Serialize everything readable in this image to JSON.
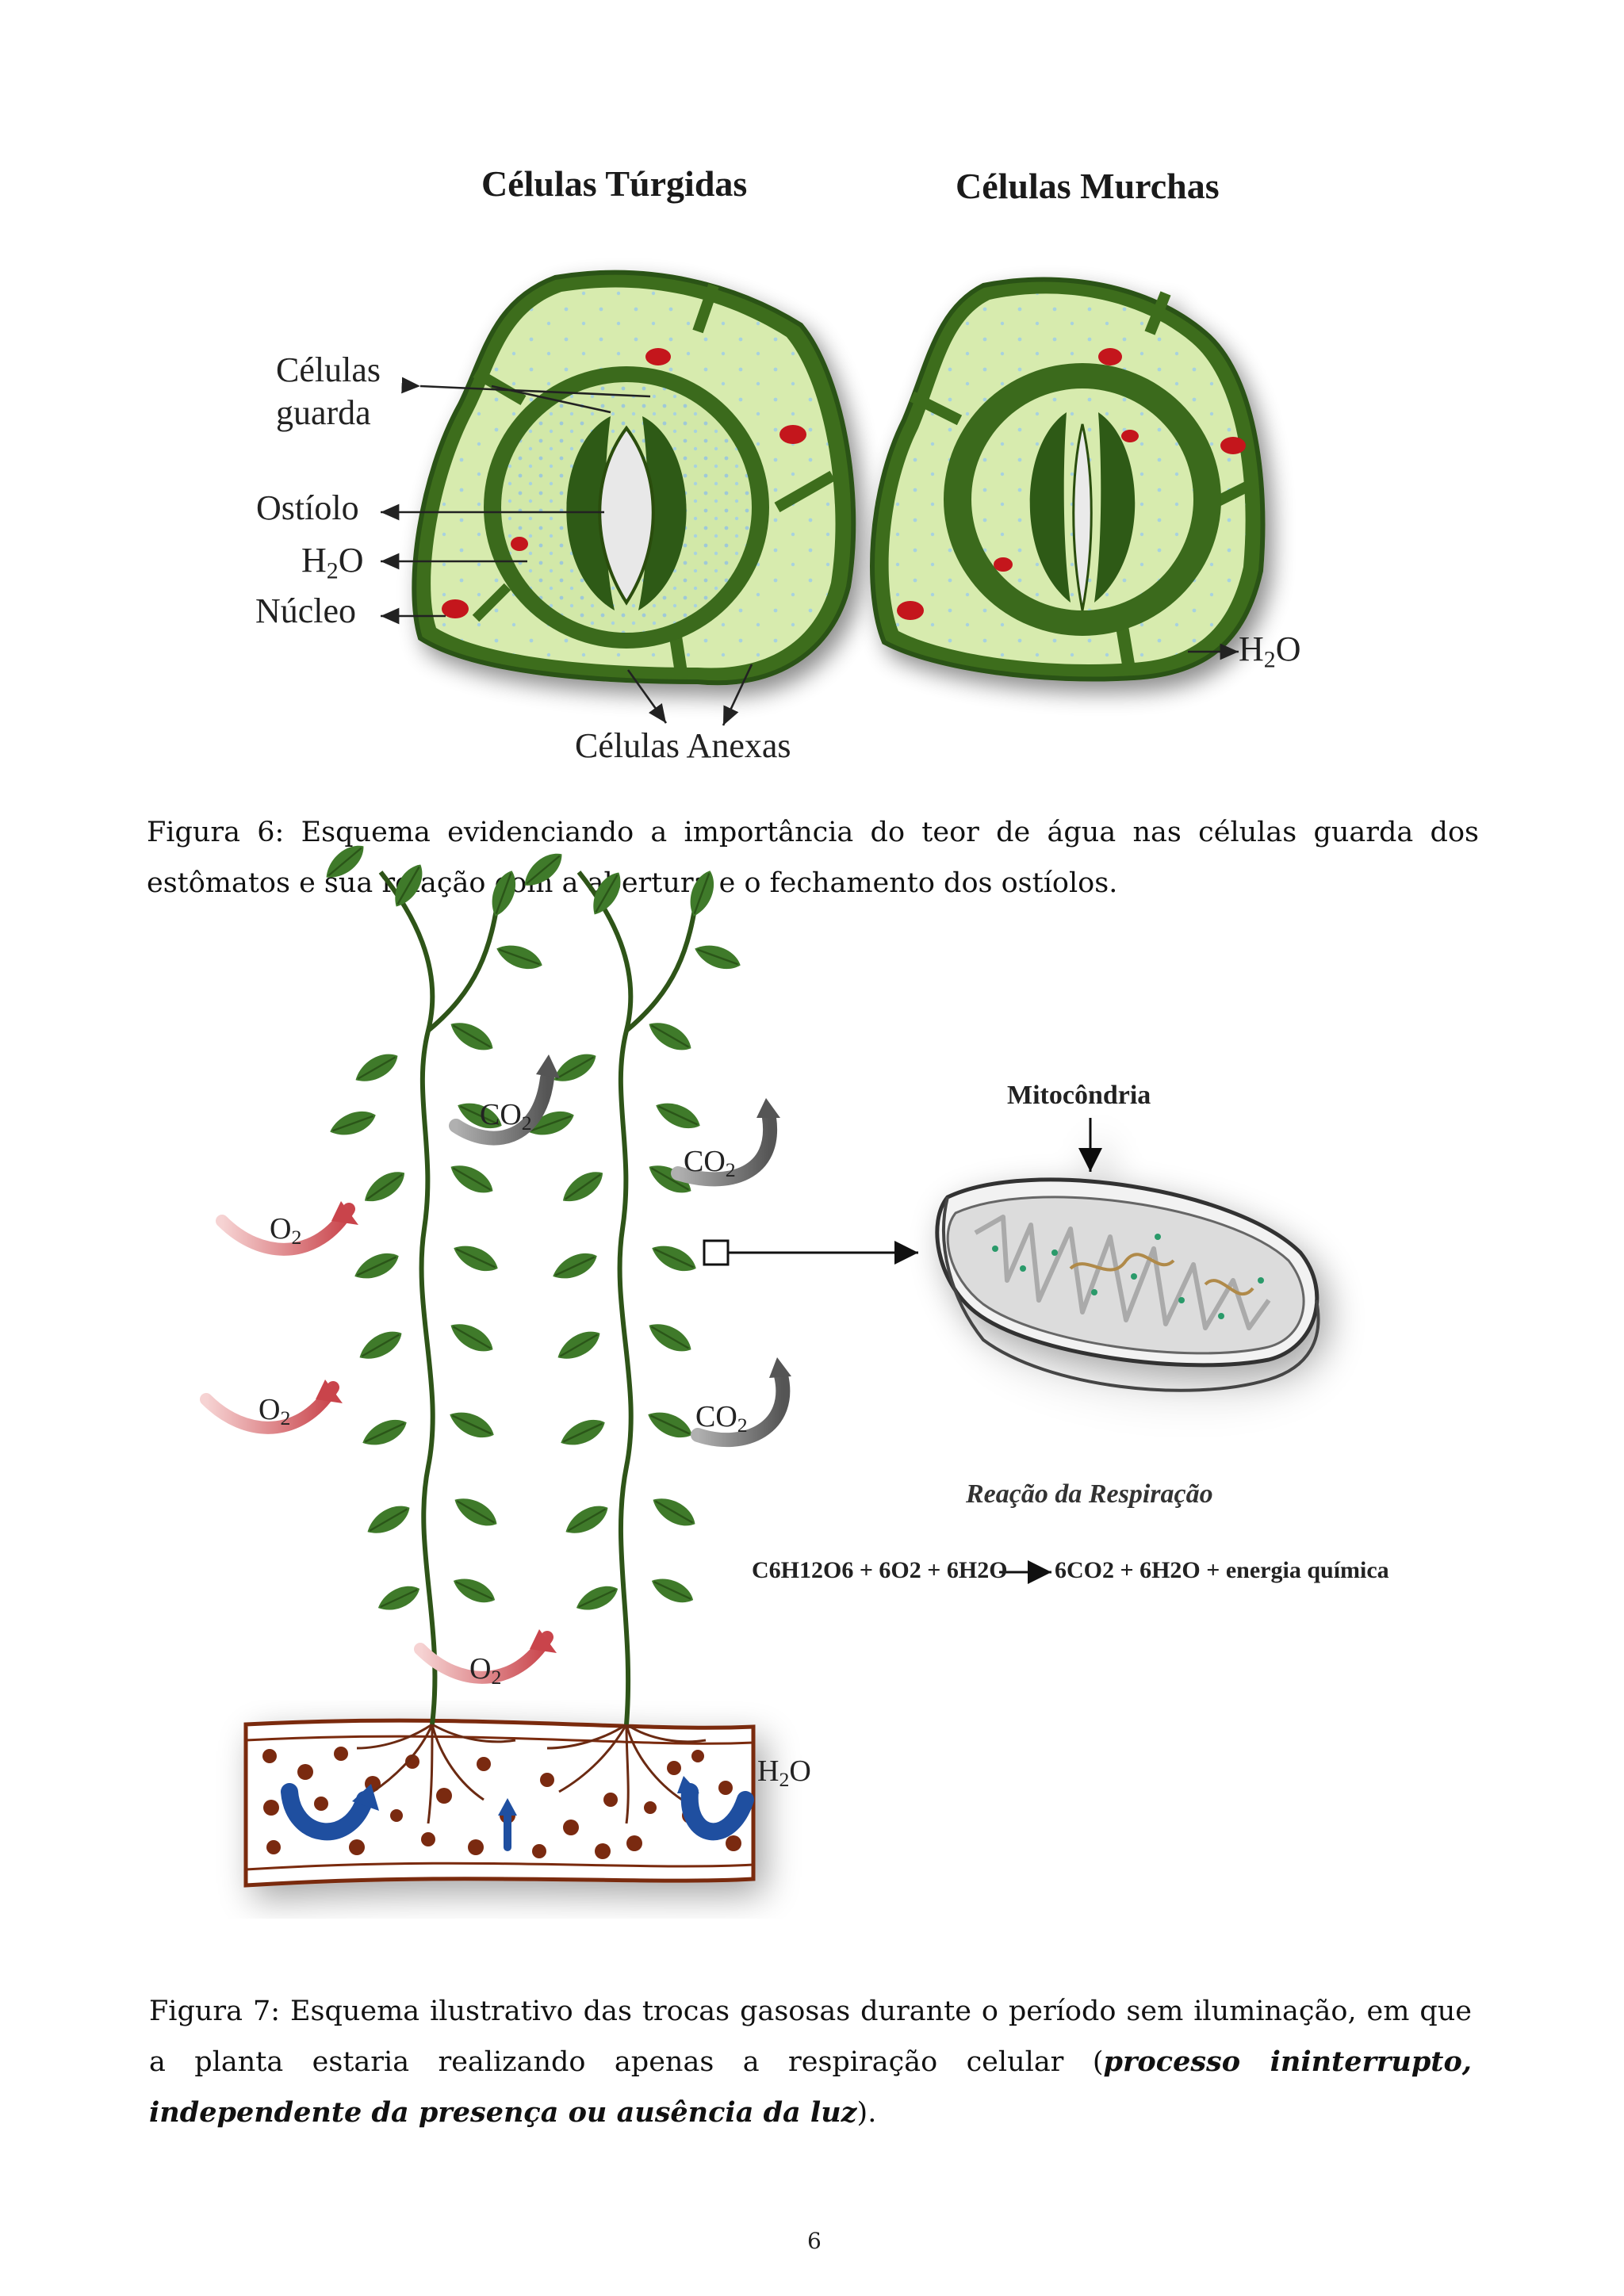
{
  "figure6": {
    "title_left": "Células Túrgidas",
    "title_right": "Células  Murchas",
    "label_guard_1": "Células",
    "label_guard_2": "guarda",
    "label_ostiole": "Ostíolo",
    "label_h2o_main": "H",
    "label_h2o_sub": "2",
    "label_h2o_end": "O",
    "label_nucleus": "Núcleo",
    "label_annex": "Células Anexas",
    "label_h2o_right_main": "H",
    "label_h2o_right_sub": "2",
    "label_h2o_right_end": "O",
    "caption": "Figura 6: Esquema evidenciando a importância do teor de água nas células guarda dos estômatos e sua relação com a abertura e o fechamento dos ostíolos."
  },
  "figure7": {
    "co2_main": "CO",
    "co2_sub": "2",
    "o2_main": "O",
    "o2_sub": "2",
    "h2o_main": "H",
    "h2o_sub": "2",
    "h2o_end": "O",
    "mitochondria_label": "Mitocôndria",
    "reaction_title": "Reação da Respiração",
    "equation_left": "C6H12O6 + 6O2 + 6H2O",
    "equation_right": "6CO2 +  6H2O + energia química",
    "caption_plain": "Figura 7: Esquema ilustrativo das trocas gasosas durante o período sem iluminação, em que a planta estaria realizando apenas a respiração celular (",
    "caption_emphasis": "processo ininterrupto, independente da presença ou ausência da luz",
    "caption_end": ")."
  },
  "page_number": "6",
  "colors": {
    "cell_light": "#d9ecb0",
    "cell_dark": "#3a6a1a",
    "cell_darker": "#2c5212",
    "nucleus": "#c4121a",
    "leaf": "#3f7a2a",
    "soil_particle": "#7a2a10",
    "arrow_o2": "#e8868a",
    "arrow_co2": "#8a8a8a",
    "arrow_h2o": "#1f4fa0"
  }
}
